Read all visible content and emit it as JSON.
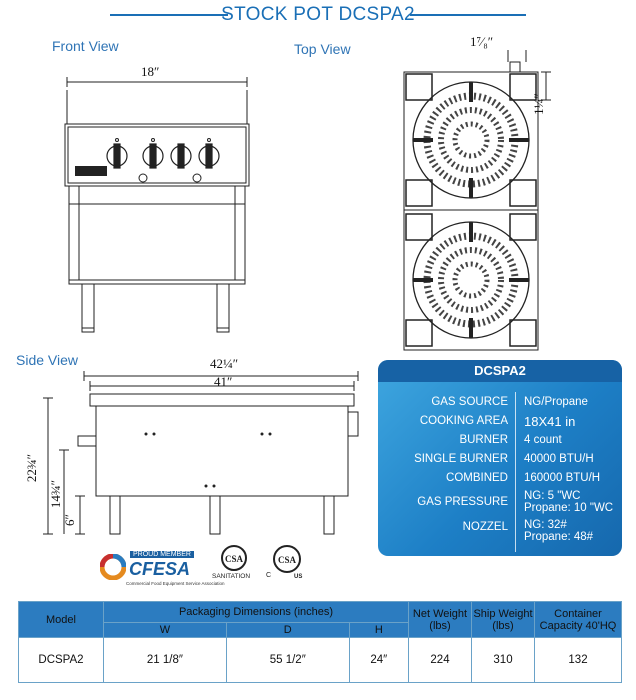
{
  "title": "STOCK POT DCSPA2",
  "views": {
    "front": "Front View",
    "top": "Top View",
    "side": "Side View"
  },
  "dimensions": {
    "front_width": "18″",
    "top_depth": "1⁷⁄₈″",
    "top_side": "1¼″",
    "side_depth_overall": "42¼″",
    "side_depth": "41″",
    "side_height": "22¾″",
    "side_mid": "14¾″",
    "side_leg": "6″"
  },
  "certifications": {
    "cfesa_top": "PROUD MEMBER",
    "cfesa_name": "CFESA",
    "cfesa_sub": "Commercial Food Equipment Service Association",
    "csa_sanitation": "SANITATION",
    "csa_c": "C",
    "csa_us": "US"
  },
  "spec_table": {
    "title": "DCSPA2",
    "rows": [
      {
        "key": "GAS SOURCE",
        "value": "NG/Propane"
      },
      {
        "key": "COOKING AREA",
        "value": "18X41 in"
      },
      {
        "key": "BURNER",
        "value": "4 count"
      },
      {
        "key": "SINGLE BURNER",
        "value": "40000 BTU/H"
      },
      {
        "key": "COMBINED",
        "value": "160000 BTU/H"
      },
      {
        "key": "GAS PRESSURE",
        "value": "NG: 5 \"WC",
        "value2": "Propane: 10 \"WC"
      },
      {
        "key": "NOZZEL",
        "value": "NG: 32#",
        "value2": "Propane: 48#"
      }
    ]
  },
  "packaging": {
    "headers": {
      "model": "Model",
      "dims": "Packaging Dimensions (inches)",
      "w": "W",
      "d": "D",
      "h": "H",
      "net": "Net Weight (lbs)",
      "ship": "Ship Weight (lbs)",
      "cap": "Container Capacity 40'HQ"
    },
    "row": {
      "model": "DCSPA2",
      "w": "21 1/8″",
      "d": "55 1/2″",
      "h": "24″",
      "net": "224",
      "ship": "310",
      "cap": "132"
    }
  }
}
